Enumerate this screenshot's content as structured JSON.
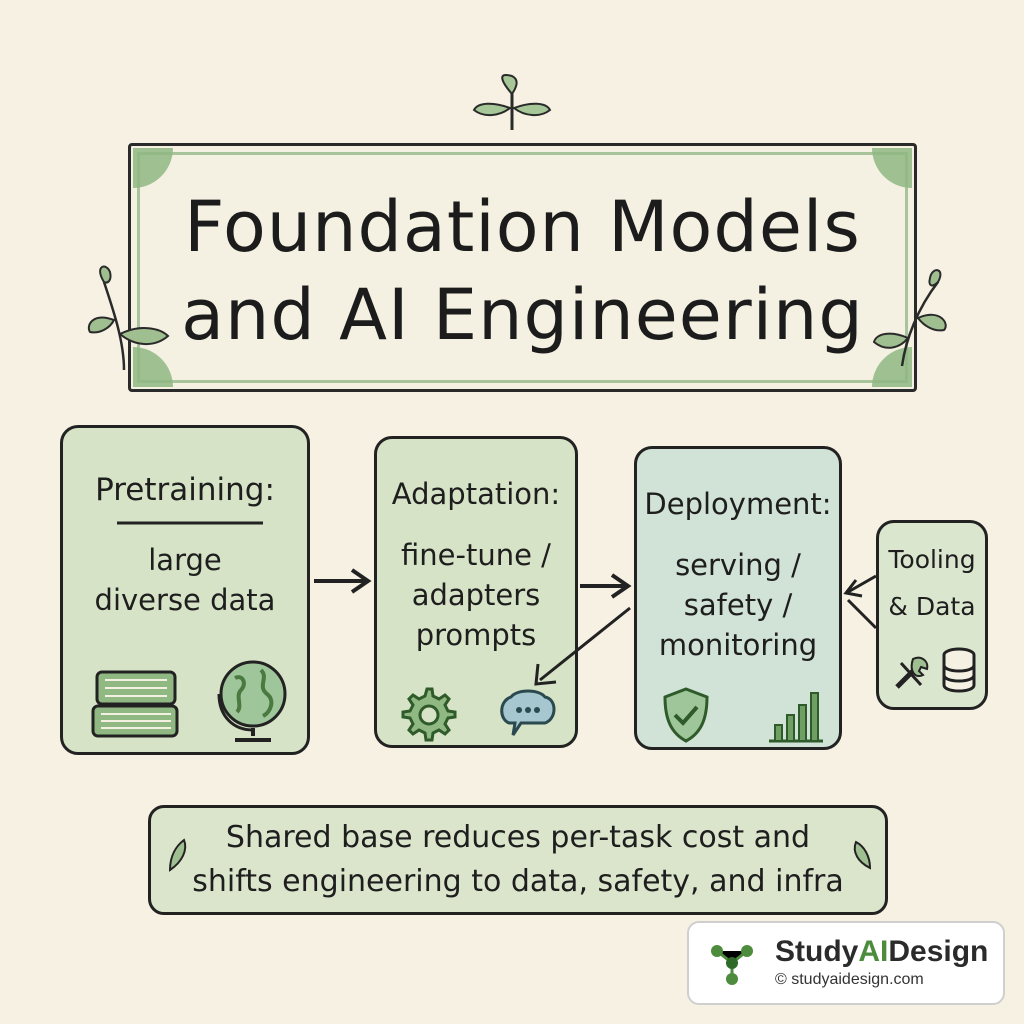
{
  "title": {
    "line1": "Foundation Models",
    "line2": "and AI Engineering"
  },
  "stages": [
    {
      "title": "Pretraining:",
      "body": [
        "large",
        "diverse data"
      ],
      "icons": [
        "books-icon",
        "globe-icon"
      ]
    },
    {
      "title": "Adaptation:",
      "body": [
        "fine-tune /",
        "adapters",
        "prompts"
      ],
      "icons": [
        "gear-icon",
        "chat-bubble-icon"
      ]
    },
    {
      "title": "Deployment:",
      "body": [
        "serving /",
        "safety /",
        "monitoring"
      ],
      "icons": [
        "shield-check-icon",
        "bar-chart-icon"
      ]
    },
    {
      "title": "Tooling",
      "body": [
        "& Data"
      ],
      "icons": [
        "wrench-icon",
        "database-icon"
      ]
    }
  ],
  "summary": {
    "line1": "Shared base reduces per-task cost and",
    "line2": "shifts engineering to data, safety, and infra"
  },
  "badge": {
    "brand_prefix": "Study",
    "brand_accent": "AI",
    "brand_suffix": "Design",
    "url": "© studyaidesign.com"
  },
  "colors": {
    "background": "#f6f1e3",
    "sage": "#d6e3c6",
    "teal": "#d1e2d6",
    "leaf": "#8fb882",
    "ink": "#222222",
    "brand_green": "#4c8c3c"
  }
}
